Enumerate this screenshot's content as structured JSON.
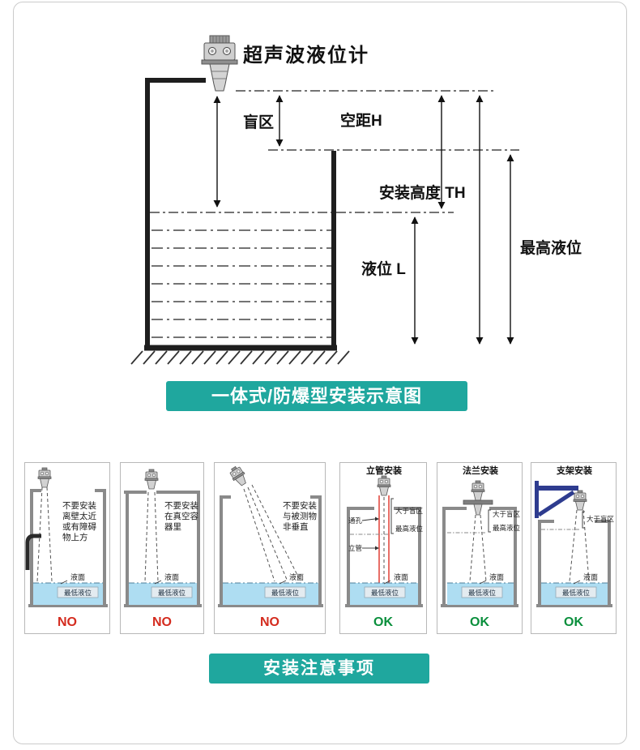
{
  "colors": {
    "accent_teal": "#1fa79e",
    "no_red": "#d42b1e",
    "ok_green": "#0a8f3c",
    "liquid_blue": "#aeddf2"
  },
  "main_diagram": {
    "device_title": "超声波液位计",
    "dim_blind_zone": "盲区",
    "dim_air_gap": "空距H",
    "dim_install_height": "安装高度 TH",
    "dim_liquid_level": "液位 L",
    "dim_max_level": "最高液位"
  },
  "banners": {
    "diagram_caption": "一体式/防爆型安装示意图",
    "notes_caption": "安装注意事项"
  },
  "panels": [
    {
      "verdict": "NO",
      "note_lines": [
        "不要安装",
        "离壁太近",
        "或有障碍",
        "物上方"
      ],
      "surface_label": "液面",
      "min_level_label": "最低液位"
    },
    {
      "verdict": "NO",
      "note_lines": [
        "不要安装",
        "在真空容",
        "器里"
      ],
      "surface_label": "液面",
      "min_level_label": "最低液位"
    },
    {
      "verdict": "NO",
      "note_lines": [
        "不要安装",
        "与被测物",
        "非垂直"
      ],
      "surface_label": "液面",
      "min_level_label": "最低液位"
    },
    {
      "verdict": "OK",
      "title": "立管安装",
      "label_through_hole": "通孔",
      "label_standpipe": "立管",
      "label_gt_blind": "大于盲区",
      "label_max_level": "最高液位",
      "surface_label": "液面",
      "min_level_label": "最低液位"
    },
    {
      "verdict": "OK",
      "title": "法兰安装",
      "label_gt_blind": "大于盲区",
      "label_max_level": "最高液位",
      "surface_label": "液面",
      "min_level_label": "最低液位"
    },
    {
      "verdict": "OK",
      "title": "支架安装",
      "label_gt_blind": "大于盲区",
      "surface_label": "液面",
      "min_level_label": "最低液位"
    }
  ]
}
